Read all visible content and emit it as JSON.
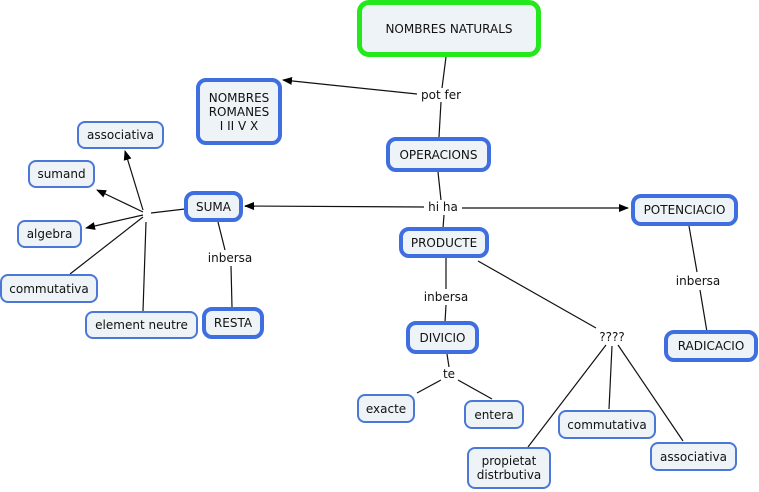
{
  "concept_map": {
    "root_border_color": "#22e81c",
    "node_border_color": "#3e6ee0",
    "node_fill_color": "#eef3f7",
    "nodes": {
      "nombres_naturals": "NOMBRES NATURALS",
      "nombres_romanes": "NOMBRES\nROMANES\nI II V X",
      "operacions": "OPERACIONS",
      "suma": "SUMA",
      "resta": "RESTA",
      "producte": "PRODUCTE",
      "divicio": "DIVICIO",
      "potenciacio": "POTENCIACIO",
      "radicacio": "RADICACIO",
      "associativa_suma": "associativa",
      "sumand": "sumand",
      "algebra": "algebra",
      "commutativa_suma": "commutativa",
      "element_neutre": "element neutre",
      "exacte": "exacte",
      "entera": "entera",
      "commutativa_prod": "commutativa",
      "associativa_prod": "associativa",
      "propietat_distributiva": "propietat\ndistrbutiva"
    },
    "linking_phrases": {
      "pot_fer": "pot fer",
      "hi_ha": "hi ha",
      "inbersa_suma": "inbersa",
      "inbersa_prod": "inbersa",
      "inbersa_pot": "inbersa",
      "te": "te",
      "questions": "????",
      "blank_hub": ""
    }
  }
}
